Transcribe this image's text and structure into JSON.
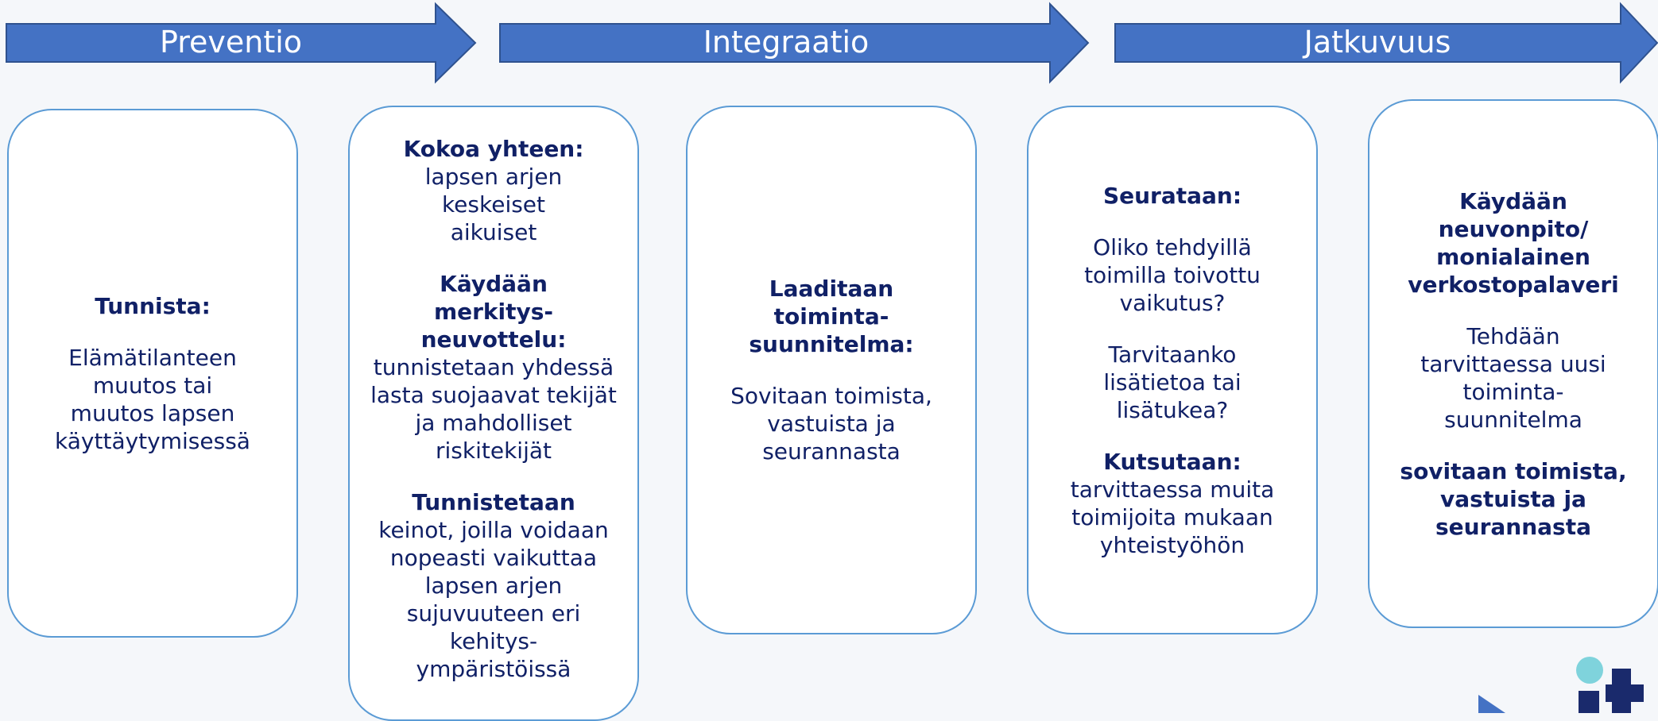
{
  "colors": {
    "arrow_fill": "#4472c4",
    "arrow_stroke": "#2f528f",
    "box_border": "#5b9bd5",
    "text": "#102066",
    "logo_navy": "#1a2a6c",
    "logo_teal": "#7fd3dc"
  },
  "arrows": [
    {
      "label": "Preventio"
    },
    {
      "label": "Integraatio"
    },
    {
      "label": "Jatkuvuus"
    }
  ],
  "boxes": [
    {
      "blocks": [
        {
          "lines": [
            {
              "text": "Tunnista:",
              "bold": true
            }
          ]
        },
        {
          "lines": [
            {
              "text": "Elämätilanteen muutos tai muutos lapsen käyttäytymisessä",
              "bold": false
            }
          ]
        }
      ]
    },
    {
      "blocks": [
        {
          "lines": [
            {
              "text": "Kokoa yhteen:",
              "bold": true
            },
            {
              "text": "lapsen arjen keskeiset aikuiset",
              "bold": false
            }
          ]
        },
        {
          "lines": [
            {
              "text": "Käydään merkitys-neuvottelu:",
              "bold": true
            },
            {
              "text": "tunnistetaan yhdessä lasta suojaavat tekijät ja mahdolliset riskitekijät",
              "bold": false
            }
          ]
        },
        {
          "lines": [
            {
              "text": "Tunnistetaan",
              "bold": true
            },
            {
              "text": "keinot, joilla voidaan nopeasti vaikuttaa lapsen arjen sujuvuuteen eri kehitys-ympäristöissä",
              "bold": false
            }
          ]
        }
      ]
    },
    {
      "blocks": [
        {
          "lines": [
            {
              "text": "Laaditaan toiminta-suunnitelma:",
              "bold": true
            }
          ]
        },
        {
          "lines": [
            {
              "text": "Sovitaan toimista, vastuista ja seurannasta",
              "bold": false
            }
          ]
        }
      ]
    },
    {
      "blocks": [
        {
          "lines": [
            {
              "text": "Seurataan:",
              "bold": true
            }
          ]
        },
        {
          "lines": [
            {
              "text": "Oliko tehdyillä toimilla toivottu vaikutus?",
              "bold": false
            }
          ]
        },
        {
          "lines": [
            {
              "text": "Tarvitaanko lisätietoa tai lisätukea?",
              "bold": false
            }
          ]
        },
        {
          "lines": [
            {
              "text": "Kutsutaan:",
              "bold": true
            },
            {
              "text": "tarvittaessa muita toimijoita  mukaan yhteistyöhön",
              "bold": false
            }
          ]
        }
      ]
    },
    {
      "blocks": [
        {
          "lines": [
            {
              "text": "Käydään neuvonpito/ monialainen verkostopalaveri",
              "bold": true
            }
          ]
        },
        {
          "lines": [
            {
              "text": "Tehdään tarvittaessa uusi toiminta-suunnitelma",
              "bold": false
            }
          ]
        },
        {
          "lines": [
            {
              "text": "sovitaan toimista, vastuista ja seurannasta",
              "bold": true
            }
          ]
        }
      ]
    }
  ]
}
